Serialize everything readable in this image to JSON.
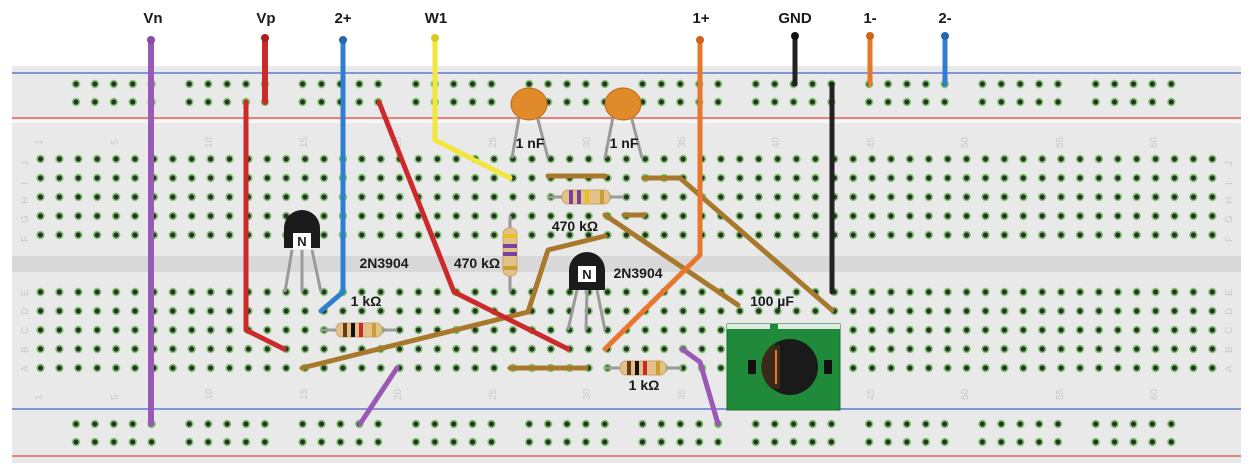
{
  "top_labels": {
    "vn": "Vn",
    "vp": "Vp",
    "two_plus": "2+",
    "w1": "W1",
    "one_plus": "1+",
    "gnd": "GND",
    "one_minus": "1-",
    "two_minus": "2-"
  },
  "components": {
    "cap_left": "1 nF",
    "cap_right": "1 nF",
    "transistor_left": "2N3904",
    "transistor_right": "2N3904",
    "res_470_vertical": "470 kΩ",
    "res_470_horizontal": "470 kΩ",
    "res_1k_left": "1 kΩ",
    "res_1k_right": "1 kΩ",
    "electrolytic": "100 µF"
  },
  "transistor_mark": "N",
  "column_numbers": [
    "1",
    "5",
    "10",
    "15",
    "20",
    "25",
    "30",
    "35",
    "40",
    "45",
    "50",
    "55",
    "60"
  ],
  "row_letters_top": [
    "J",
    "I",
    "H",
    "G",
    "F"
  ],
  "row_letters_bottom": [
    "E",
    "D",
    "C",
    "B",
    "A"
  ],
  "colors": {
    "board": "#e9e9e9",
    "rail_red": "#d9473f",
    "rail_blue": "#4466c8",
    "wire_purple": "#9b59b6",
    "wire_red": "#cc2a2a",
    "wire_blue": "#2f7fd0",
    "wire_yellow": "#f2e63a",
    "wire_orange": "#e8762c",
    "wire_black": "#222222",
    "wire_brown": "#a8792c",
    "cap_orange": "#e08a2a",
    "pcb_green": "#1f8a3a"
  }
}
